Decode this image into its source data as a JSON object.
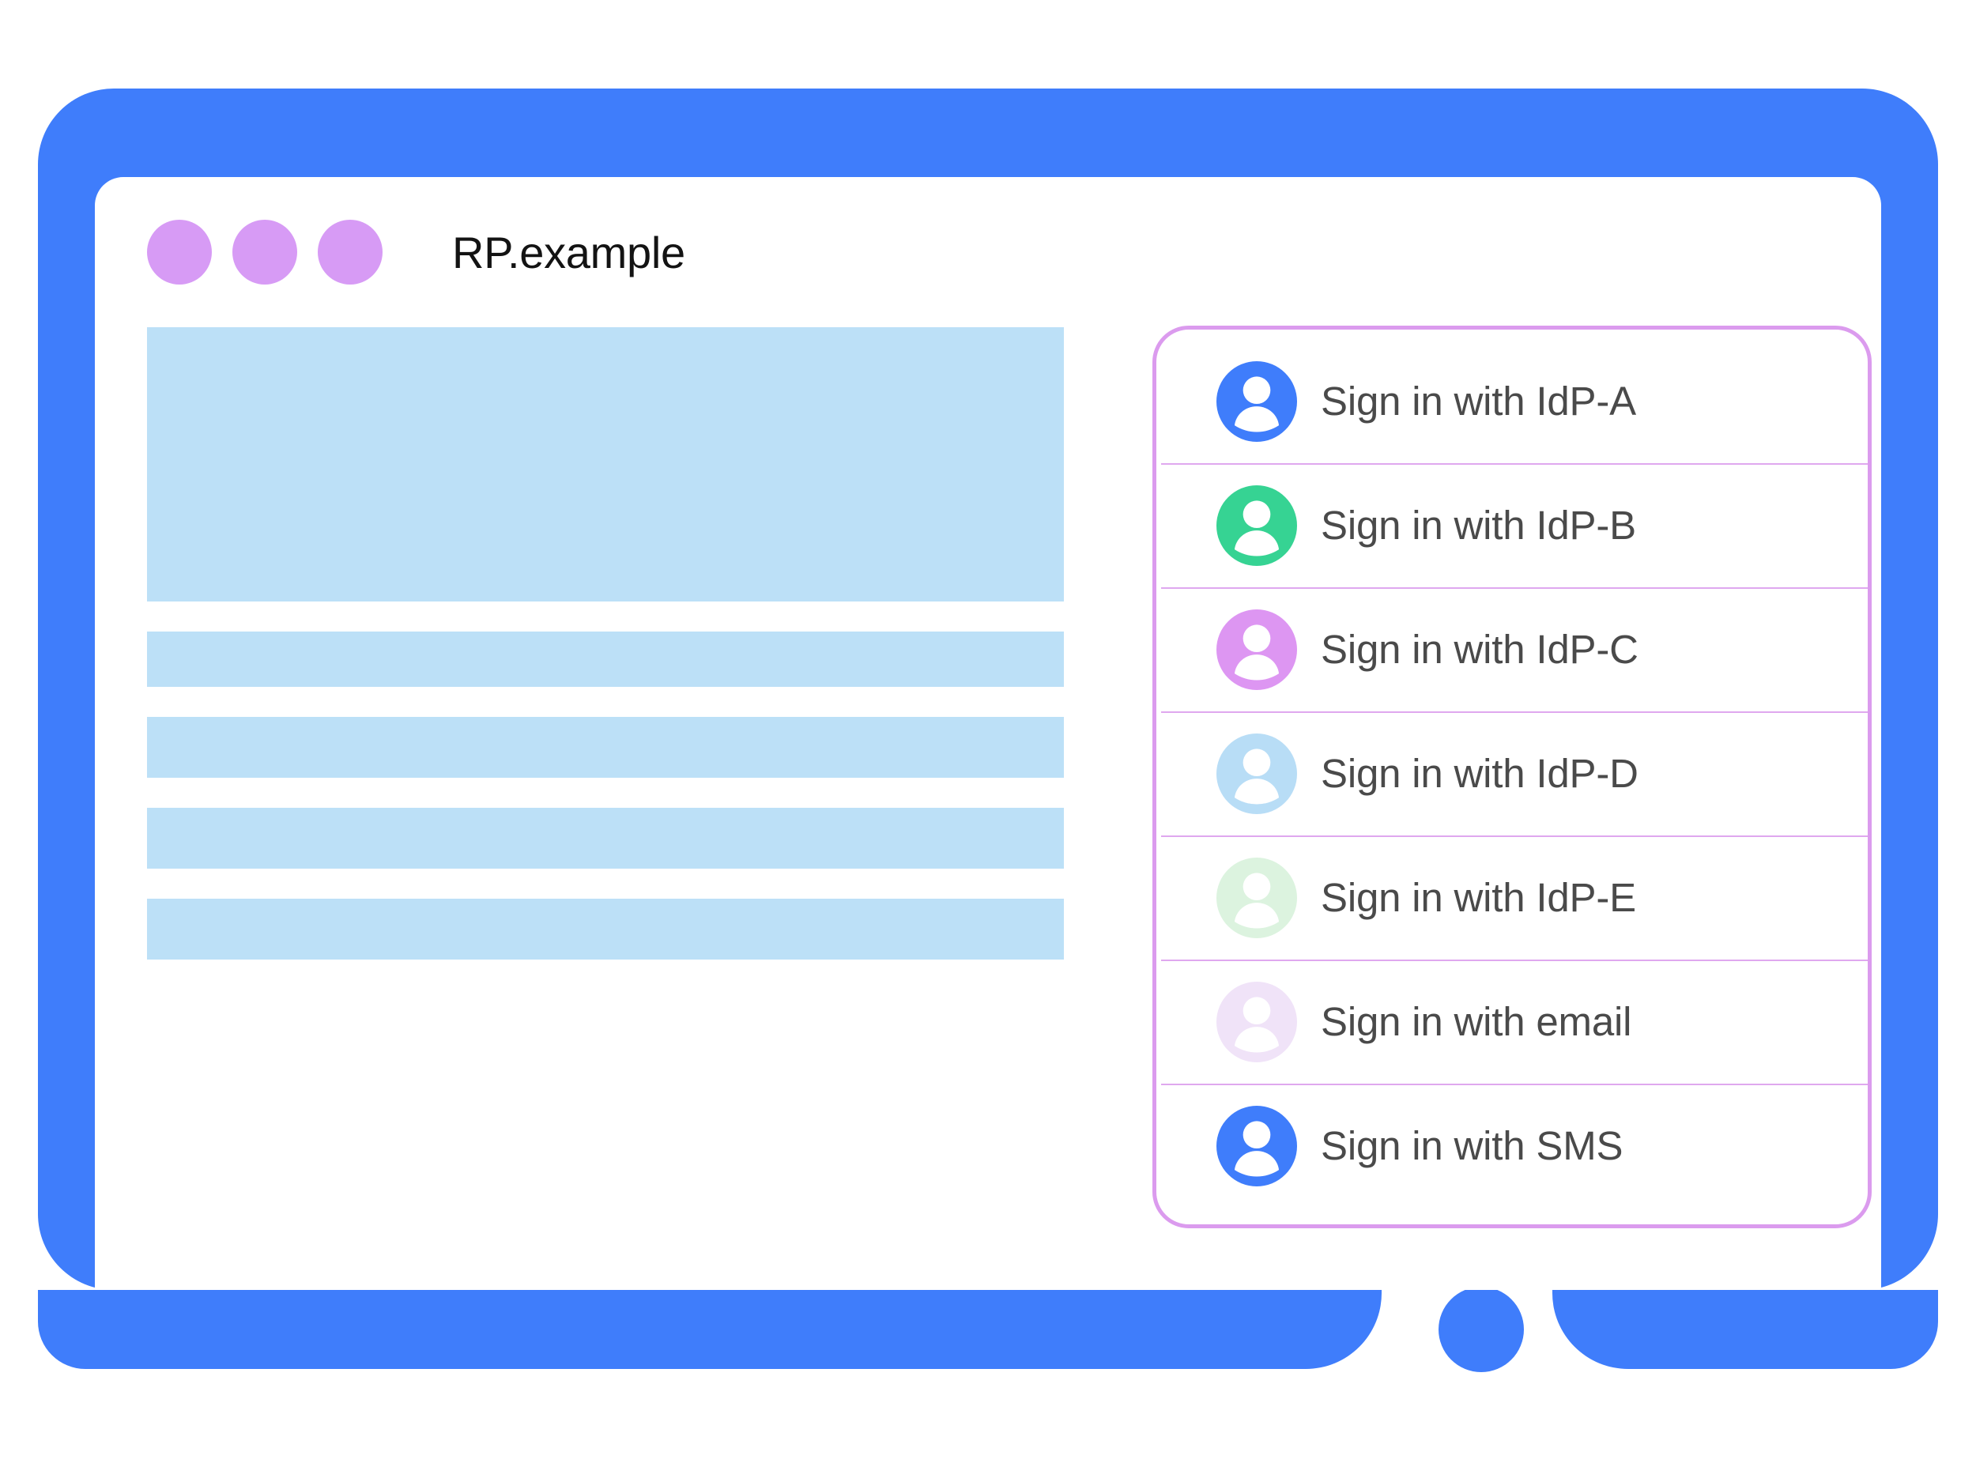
{
  "window": {
    "title": "RP.example",
    "dots": [
      "window-dot-1",
      "window-dot-2",
      "window-dot-3"
    ],
    "frame_color": "#3F7DFB",
    "dot_color": "#D79BF5"
  },
  "content": {
    "placeholder_color": "#BCE0F7",
    "blocks": [
      {
        "name": "hero-placeholder",
        "kind": "hero"
      },
      {
        "name": "text-line-placeholder-1",
        "kind": "bar"
      },
      {
        "name": "text-line-placeholder-2",
        "kind": "bar-tall"
      },
      {
        "name": "text-line-placeholder-3",
        "kind": "bar-tall"
      },
      {
        "name": "text-line-placeholder-4",
        "kind": "bar-tall"
      }
    ]
  },
  "dialog": {
    "border_color": "#DB9BEE",
    "divider_color": "#DFA8EF",
    "label_color": "#4A4A4A",
    "accounts": [
      {
        "label": "Sign in with IdP-A",
        "avatar_icon": "person-avatar-icon",
        "avatar_color": "#3F7DFB"
      },
      {
        "label": "Sign in with IdP-B",
        "avatar_icon": "person-avatar-icon",
        "avatar_color": "#36D393"
      },
      {
        "label": "Sign in with IdP-C",
        "avatar_icon": "person-avatar-icon",
        "avatar_color": "#DD96F2"
      },
      {
        "label": "Sign in with IdP-D",
        "avatar_icon": "person-avatar-icon",
        "avatar_color": "#B8DDF6"
      },
      {
        "label": "Sign in with IdP-E",
        "avatar_icon": "person-avatar-icon",
        "avatar_color": "#DCF3DF"
      },
      {
        "label": "Sign in with email",
        "avatar_icon": "person-avatar-icon",
        "avatar_color": "#F0E3F8"
      },
      {
        "label": "Sign in with SMS",
        "avatar_icon": "person-avatar-icon",
        "avatar_color": "#3F7DFB"
      }
    ]
  }
}
